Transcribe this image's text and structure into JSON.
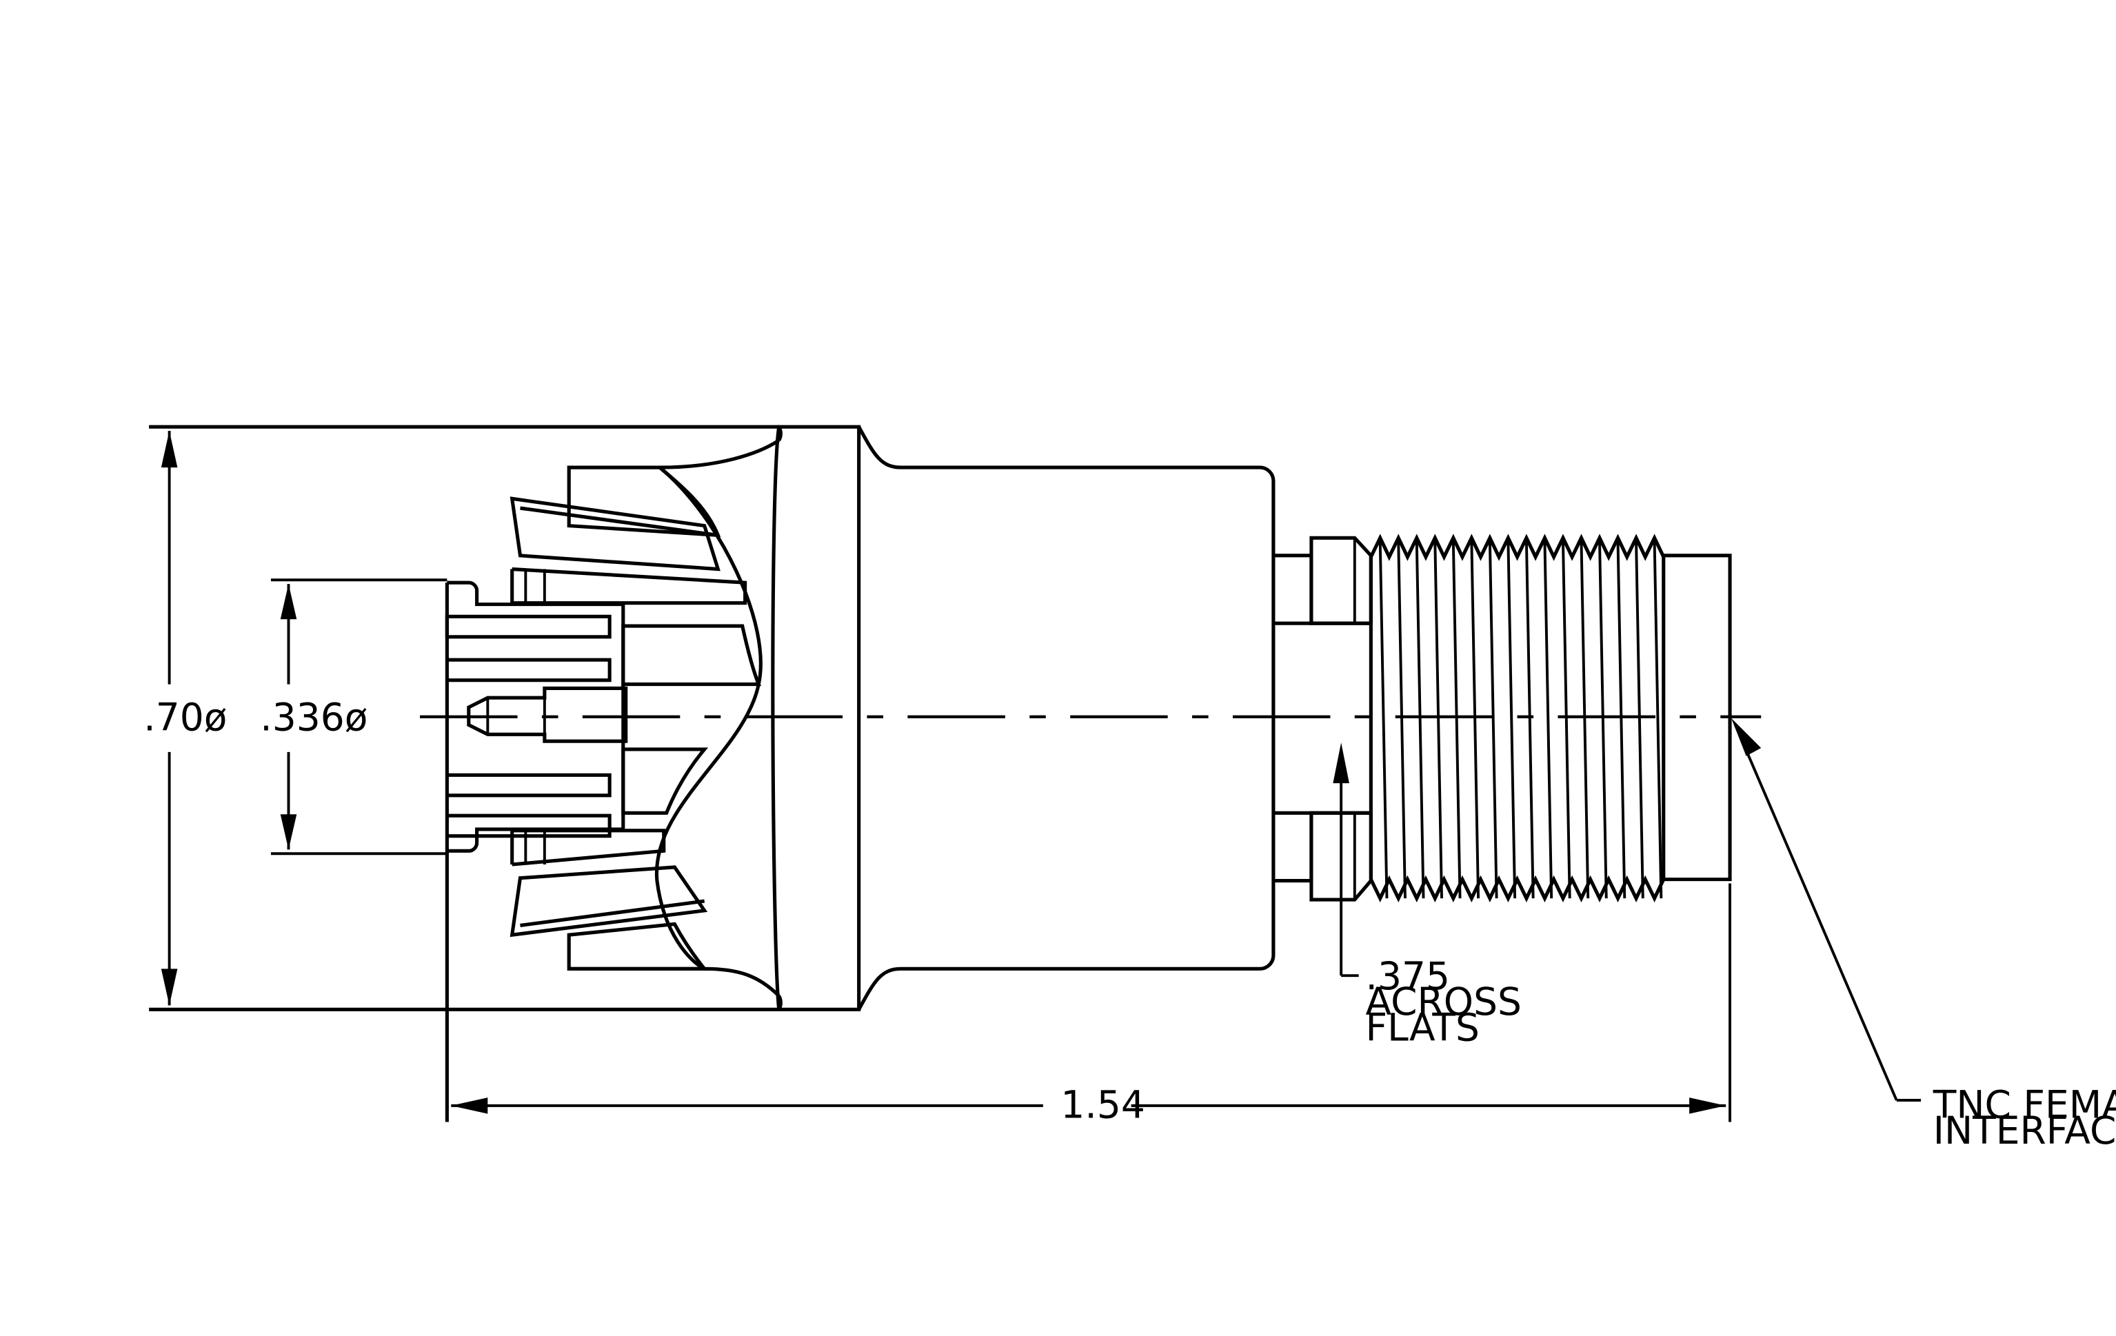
{
  "drawing": {
    "title": "",
    "dimensions": {
      "overall_diameter": ".70ø",
      "inner_diameter": ".336ø",
      "overall_length": "1.54"
    },
    "callouts": {
      "flats_line1": ".375",
      "flats_line2": "ACROSS",
      "flats_line3": "FLATS",
      "interface_line1": "TNC FEMALE",
      "interface_line2": "INTERFACE"
    }
  }
}
